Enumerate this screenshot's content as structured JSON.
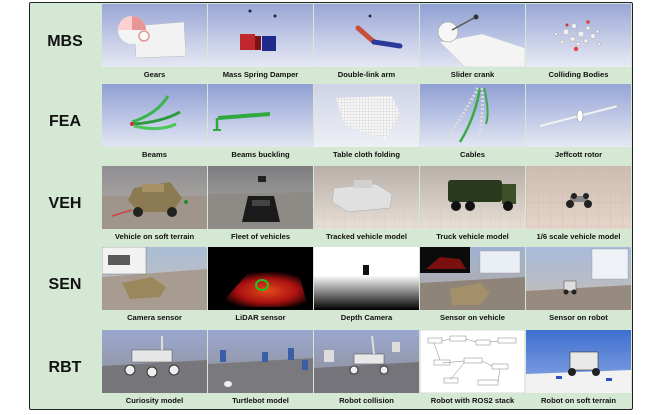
{
  "rows": [
    {
      "label": "MBS",
      "items": [
        {
          "caption": "Gears",
          "icon": "gears-icon"
        },
        {
          "caption": "Mass Spring Damper",
          "icon": "mass-spring-damper-icon"
        },
        {
          "caption": "Double-link arm",
          "icon": "double-link-arm-icon"
        },
        {
          "caption": "Slider crank",
          "icon": "slider-crank-icon"
        },
        {
          "caption": "Colliding Bodies",
          "icon": "colliding-bodies-icon"
        }
      ]
    },
    {
      "label": "FEA",
      "items": [
        {
          "caption": "Beams",
          "icon": "beams-icon"
        },
        {
          "caption": "Beams buckling",
          "icon": "beams-buckling-icon"
        },
        {
          "caption": "Table cloth folding",
          "icon": "table-cloth-icon"
        },
        {
          "caption": "Cables",
          "icon": "cables-icon"
        },
        {
          "caption": "Jeffcott rotor",
          "icon": "jeffcott-rotor-icon"
        }
      ]
    },
    {
      "label": "VEH",
      "items": [
        {
          "caption": "Vehicle on soft terrain",
          "icon": "vehicle-soft-terrain-icon"
        },
        {
          "caption": "Fleet of vehicles",
          "icon": "fleet-vehicles-icon"
        },
        {
          "caption": "Tracked vehicle model",
          "icon": "tracked-vehicle-icon"
        },
        {
          "caption": "Truck vehicle model",
          "icon": "truck-vehicle-icon"
        },
        {
          "caption": "1/6 scale vehicle model",
          "icon": "scale-vehicle-icon"
        }
      ]
    },
    {
      "label": "SEN",
      "items": [
        {
          "caption": "Camera sensor",
          "icon": "camera-sensor-icon"
        },
        {
          "caption": "LiDAR sensor",
          "icon": "lidar-sensor-icon"
        },
        {
          "caption": "Depth Camera",
          "icon": "depth-camera-icon"
        },
        {
          "caption": "Sensor on vehicle",
          "icon": "sensor-vehicle-icon"
        },
        {
          "caption": "Sensor on robot",
          "icon": "sensor-robot-icon"
        }
      ]
    },
    {
      "label": "RBT",
      "items": [
        {
          "caption": "Curiosity model",
          "icon": "curiosity-rover-icon"
        },
        {
          "caption": "Turtlebot model",
          "icon": "turtlebot-icon"
        },
        {
          "caption": "Robot collision",
          "icon": "robot-collision-icon"
        },
        {
          "caption": "Robot with ROS2 stack",
          "icon": "ros2-stack-icon"
        },
        {
          "caption": "Robot on soft terrain",
          "icon": "robot-soft-terrain-icon"
        }
      ]
    }
  ]
}
